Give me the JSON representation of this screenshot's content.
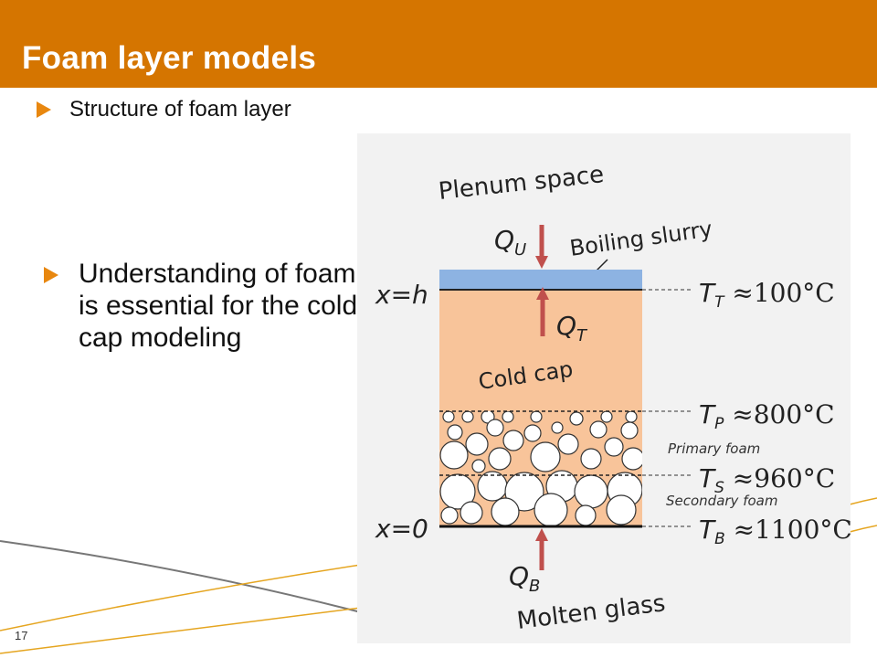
{
  "slide": {
    "title": "Foam layer models",
    "bullet_1": "Structure of foam layer",
    "bullet_2": "Understanding of foam is essential for the cold cap modeling",
    "page_number": "17"
  },
  "diagram": {
    "labels": {
      "plenum": "Plenum space",
      "boiling": "Boiling slurry",
      "cold_cap": "Cold cap",
      "primary_foam": "Primary foam",
      "secondary_foam": "Secondary foam",
      "molten": "Molten glass"
    },
    "positions": {
      "top": "x=h",
      "bottom": "x=0"
    },
    "heat_fluxes": {
      "upper": {
        "symbol": "Q",
        "sub": "U"
      },
      "top": {
        "symbol": "Q",
        "sub": "T"
      },
      "bottom": {
        "symbol": "Q",
        "sub": "B"
      }
    },
    "temperatures": [
      {
        "symbol": "T",
        "sub": "T",
        "value": " ≈100°C"
      },
      {
        "symbol": "T",
        "sub": "P",
        "value": " ≈800°C"
      },
      {
        "symbol": "T",
        "sub": "S",
        "value": " ≈960°C"
      },
      {
        "symbol": "T",
        "sub": "B",
        "value": " ≈1100°C"
      }
    ],
    "colors": {
      "slurry": "#8db3e2",
      "cold_cap": "#f8c49a",
      "arrow": "#c0504d",
      "header": "#d57500"
    }
  }
}
